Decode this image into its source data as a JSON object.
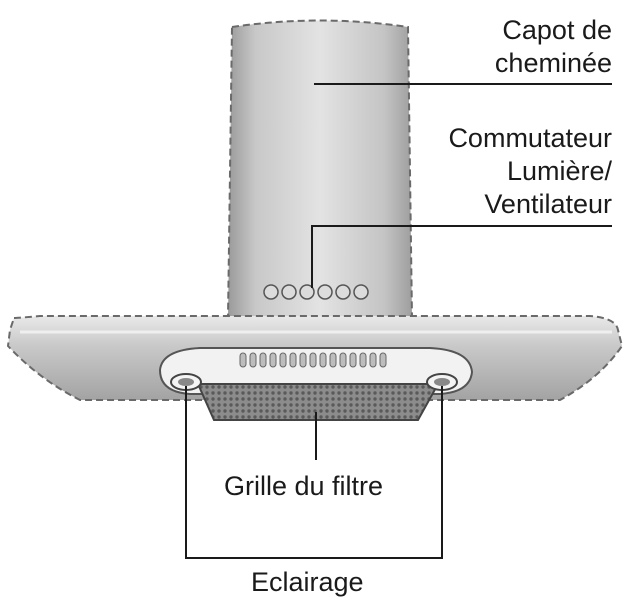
{
  "labels": {
    "chimney": [
      "Capot de",
      "cheminée"
    ],
    "switch": [
      "Commutateur",
      "Lumière/",
      "Ventilateur"
    ],
    "filter": "Grille du filtre",
    "lighting": "Eclairage"
  },
  "colors": {
    "line": "#1a1a1a",
    "metal_light": "#dcdcdc",
    "metal_dark": "#a9a9a9",
    "outline": "#6a6a6a"
  },
  "components": {
    "control_buttons": 6
  }
}
